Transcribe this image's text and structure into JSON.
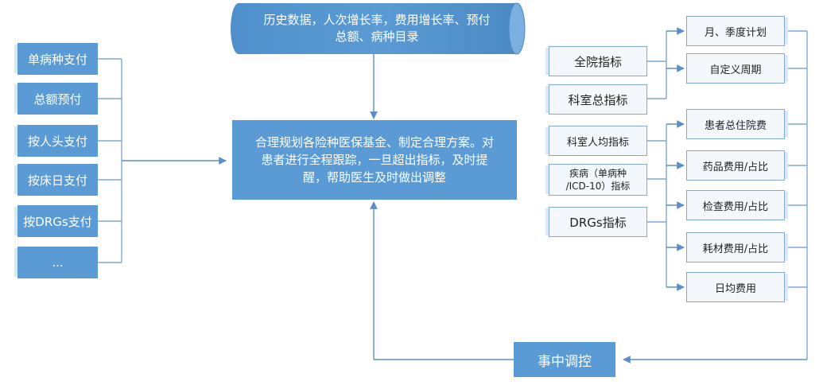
{
  "top_source": {
    "line1": "历史数据，人次增长率，费用增长率、预付",
    "line2": "总额、病种目录"
  },
  "payment_methods": [
    {
      "label": "单病种支付"
    },
    {
      "label": "总额预付"
    },
    {
      "label": "按人头支付"
    },
    {
      "label": "按床日支付"
    },
    {
      "label": "按DRGs支付"
    },
    {
      "label": "..."
    }
  ],
  "center_plan": {
    "line1": "合理规划各险种医保基金、制定合理方案。对",
    "line2": "患者进行全程跟踪，一旦超出指标，及时提",
    "line3": "醒，帮助医生及时做出调整"
  },
  "indicators": [
    {
      "label": "全院指标"
    },
    {
      "label": "科室总指标"
    },
    {
      "label": "科室人均指标"
    },
    {
      "label_line1": "疾病（单病种",
      "label_line2": "/ICD-10）指标"
    },
    {
      "label": "DRGs指标"
    }
  ],
  "plans": [
    {
      "label": "月、季度计划"
    },
    {
      "label": "自定义周期"
    }
  ],
  "cost_items": [
    {
      "label": "患者总住院费"
    },
    {
      "label": "药品费用/占比"
    },
    {
      "label": "检查费用/占比"
    },
    {
      "label": "耗材费用/占比"
    },
    {
      "label": "日均费用"
    }
  ],
  "bottom_control": {
    "label": "事中调控"
  },
  "colors": {
    "primary_blue": "#5b9bd5",
    "light_box_fill": "#f4f8fc",
    "box_border": "#7fa9d3",
    "connector_line": "#7fa9d3",
    "arrow": "#5b8ec9"
  }
}
